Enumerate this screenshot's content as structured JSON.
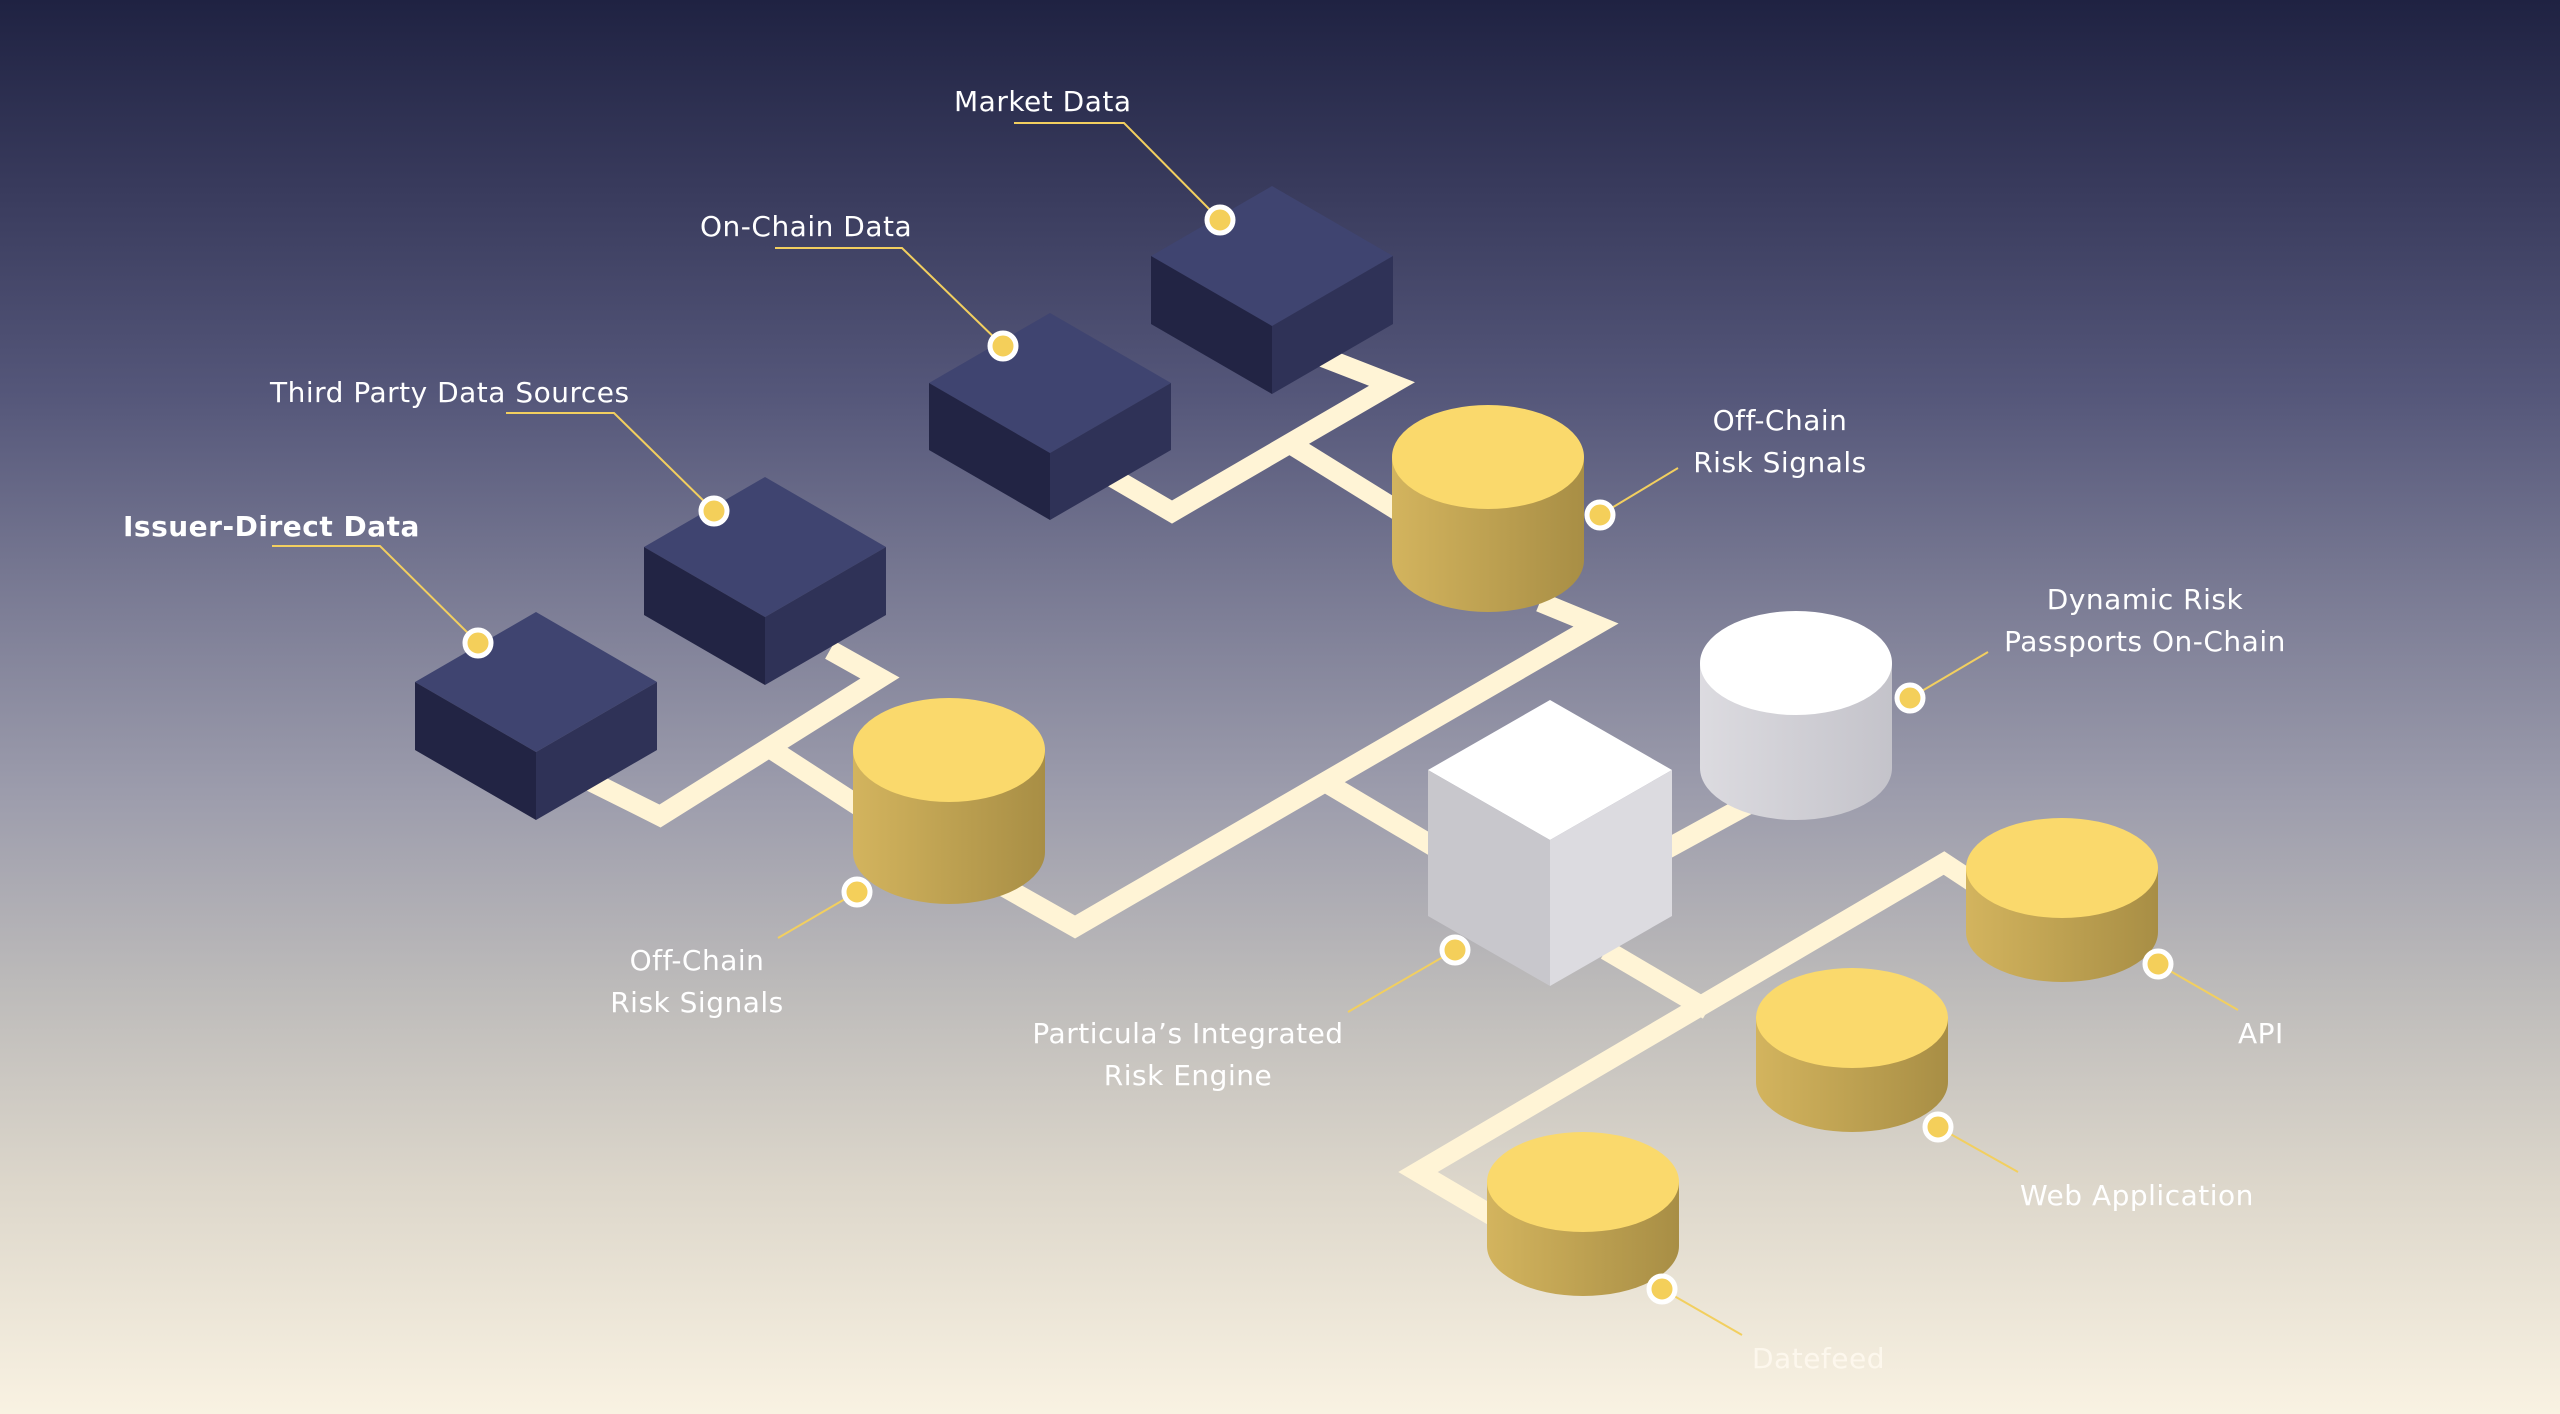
{
  "nodes": {
    "market_data": {
      "label": "Market Data"
    },
    "on_chain_data": {
      "label": "On-Chain Data"
    },
    "third_party_data_sources": {
      "label": "Third Party Data Sources"
    },
    "issuer_direct_data": {
      "label": "Issuer-Direct Data"
    },
    "off_chain_risk_signals_top": {
      "line1": "Off-Chain",
      "line2": "Risk Signals"
    },
    "off_chain_risk_signals_bottom": {
      "line1": "Off-Chain",
      "line2": "Risk Signals"
    },
    "dynamic_risk_passports": {
      "line1": "Dynamic Risk",
      "line2": "Passports On-Chain"
    },
    "integrated_risk_engine": {
      "line1": "Particula’s Integrated",
      "line2": "Risk Engine"
    },
    "api": {
      "label": "API"
    },
    "web_application": {
      "label": "Web Application"
    },
    "datefeed": {
      "label": "Datefeed"
    }
  },
  "colors": {
    "box_top": "#3f4470",
    "box_left": "#222444",
    "box_right": "#2f3257",
    "cylinder_top": "#fad96c",
    "cylinder_side_light": "#d3b45e",
    "cylinder_side_dark": "#a88e45",
    "white_top": "#ffffff",
    "white_left": "#c8c7cc",
    "white_right": "#dcdbe0",
    "path": "#fff4d6",
    "leader": "#f2cf5f",
    "dot_fill": "#f4cf5a",
    "dot_ring": "#ffffff"
  }
}
